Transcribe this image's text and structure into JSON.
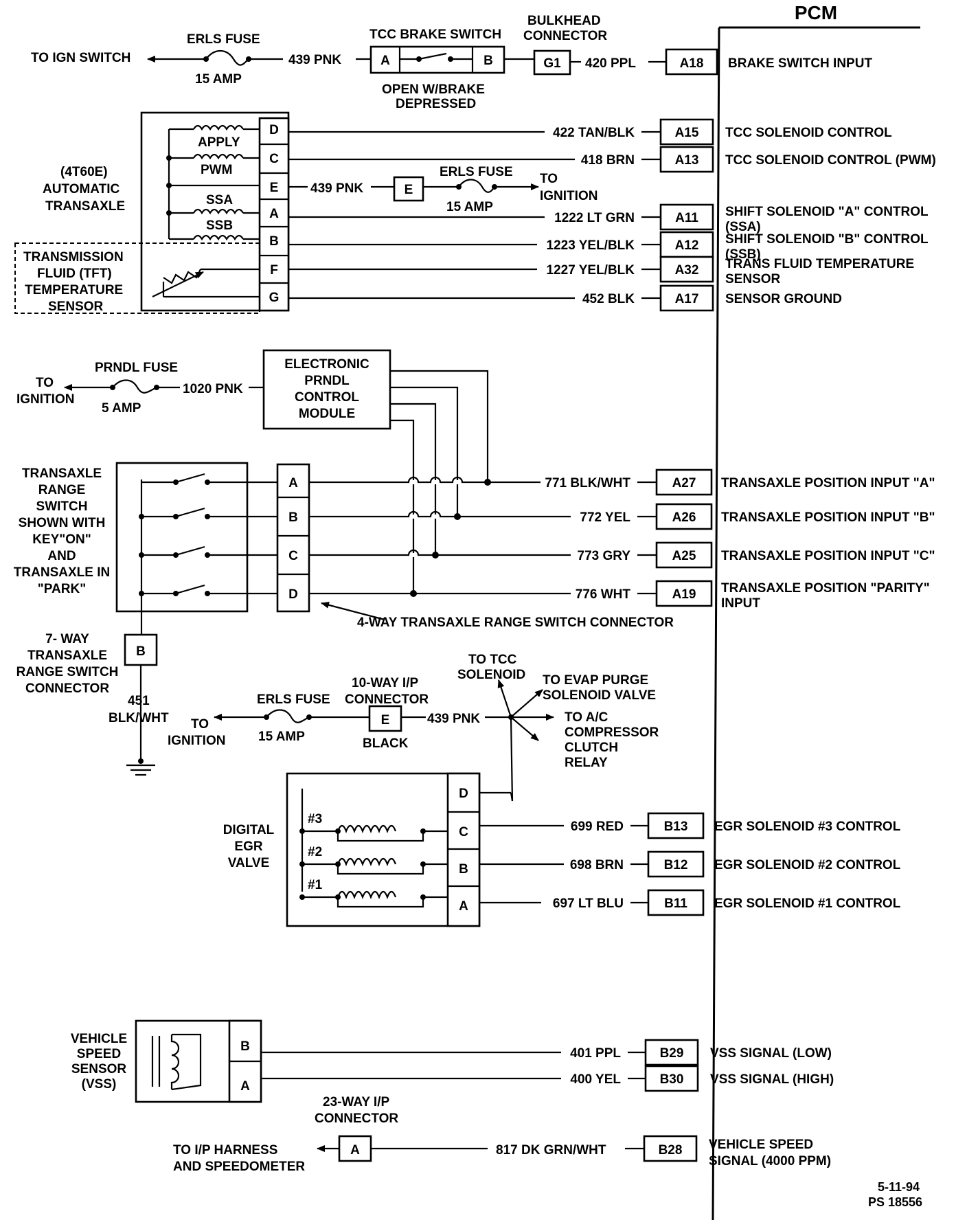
{
  "pcm": {
    "title": "PCM"
  },
  "top": {
    "to_ign_switch": "TO IGN SWITCH",
    "erls_fuse": "ERLS FUSE",
    "fuse_amp": "15 AMP",
    "wire_439": "439 PNK",
    "tcc_brake_switch": "TCC BRAKE SWITCH",
    "pin_a": "A",
    "pin_b": "B",
    "open_line1": "OPEN W/BRAKE",
    "open_line2": "DEPRESSED",
    "bulkhead_line1": "BULKHEAD",
    "bulkhead_line2": "CONNECTOR",
    "g1": "G1",
    "wire_420": "420 PPL",
    "pcm_pin": "A18",
    "function": "BRAKE SWITCH INPUT"
  },
  "transaxle": {
    "name_line1": "(4T60E)",
    "name_line2": "AUTOMATIC",
    "name_line3": "TRANSAXLE",
    "coil_apply": "APPLY",
    "coil_pwm": "PWM",
    "coil_ssa": "SSA",
    "coil_ssb": "SSB",
    "tft_line1": "TRANSMISSION",
    "tft_line2": "FLUID (TFT)",
    "tft_line3": "TEMPERATURE",
    "tft_line4": "SENSOR",
    "pins": [
      "D",
      "C",
      "E",
      "A",
      "B",
      "F",
      "G"
    ],
    "fuse_tap": {
      "wire": "439 PNK",
      "connector": "E",
      "fuse": "ERLS FUSE",
      "amp": "15 AMP",
      "to_line1": "TO",
      "to_line2": "IGNITION"
    },
    "circuits": [
      {
        "wire": "422 TAN/BLK",
        "pcm_pin": "A15",
        "fn1": "TCC SOLENOID CONTROL",
        "fn2": ""
      },
      {
        "wire": "418 BRN",
        "pcm_pin": "A13",
        "fn1": "TCC SOLENOID CONTROL (PWM)",
        "fn2": ""
      },
      {
        "wire": "1222 LT GRN",
        "pcm_pin": "A11",
        "fn1": "SHIFT SOLENOID \"A\" CONTROL",
        "fn2": "(SSA)"
      },
      {
        "wire": "1223 YEL/BLK",
        "pcm_pin": "A12",
        "fn1": "SHIFT SOLENOID \"B\" CONTROL",
        "fn2": "(SSB)"
      },
      {
        "wire": "1227 YEL/BLK",
        "pcm_pin": "A32",
        "fn1": "TRANS FLUID TEMPERATURE",
        "fn2": "SENSOR"
      },
      {
        "wire": "452 BLK",
        "pcm_pin": "A17",
        "fn1": "SENSOR GROUND",
        "fn2": ""
      }
    ]
  },
  "prndl": {
    "fuse": "PRNDL FUSE",
    "amp": "5 AMP",
    "to_line1": "TO",
    "to_line2": "IGNITION",
    "wire": "1020 PNK",
    "module_line1": "ELECTRONIC",
    "module_line2": "PRNDL",
    "module_line3": "CONTROL",
    "module_line4": "MODULE"
  },
  "range_switch": {
    "label_lines": [
      "TRANSAXLE",
      "RANGE",
      "SWITCH",
      "SHOWN WITH",
      "KEY\"ON\"",
      "AND",
      "TRANSAXLE IN",
      "\"PARK\""
    ],
    "pins": [
      "A",
      "B",
      "C",
      "D"
    ],
    "connector_note": "4-WAY TRANSAXLE RANGE SWITCH CONNECTOR",
    "circuits": [
      {
        "wire": "771 BLK/WHT",
        "pcm_pin": "A27",
        "fn1": "TRANSAXLE POSITION INPUT \"A\"",
        "fn2": ""
      },
      {
        "wire": "772 YEL",
        "pcm_pin": "A26",
        "fn1": "TRANSAXLE POSITION INPUT \"B\"",
        "fn2": ""
      },
      {
        "wire": "773 GRY",
        "pcm_pin": "A25",
        "fn1": "TRANSAXLE POSITION INPUT \"C\"",
        "fn2": ""
      },
      {
        "wire": "776 WHT",
        "pcm_pin": "A19",
        "fn1": "TRANSAXLE POSITION \"PARITY\"",
        "fn2": "INPUT"
      }
    ],
    "seven_way_lines": [
      "7- WAY",
      "TRANSAXLE",
      "RANGE SWITCH",
      "CONNECTOR"
    ],
    "seven_way_pin": "B",
    "ground_wire1": "451",
    "ground_wire2": "BLK/WHT"
  },
  "ip_feed": {
    "to_line1": "TO",
    "to_line2": "IGNITION",
    "fuse": "ERLS FUSE",
    "amp": "15 AMP",
    "conn_line1": "10-WAY I/P",
    "conn_line2": "CONNECTOR",
    "pin": "E",
    "color": "BLACK",
    "wire": "439 PNK",
    "dest_tcc1": "TO TCC",
    "dest_tcc2": "SOLENOID",
    "dest_evap1": "TO EVAP PURGE",
    "dest_evap2": "SOLENOID VALVE",
    "dest_ac1": "TO A/C",
    "dest_ac2": "COMPRESSOR",
    "dest_ac3": "CLUTCH",
    "dest_ac4": "RELAY"
  },
  "egr": {
    "label_lines": [
      "DIGITAL",
      "EGR",
      "VALVE"
    ],
    "sol_labels": [
      "#3",
      "#2",
      "#1"
    ],
    "pins": [
      "D",
      "C",
      "B",
      "A"
    ],
    "circuits": [
      {
        "wire": "699 RED",
        "pcm_pin": "B13",
        "fn": "EGR SOLENOID #3 CONTROL"
      },
      {
        "wire": "698 BRN",
        "pcm_pin": "B12",
        "fn": "EGR SOLENOID #2 CONTROL"
      },
      {
        "wire": "697 LT BLU",
        "pcm_pin": "B11",
        "fn": "EGR SOLENOID #1 CONTROL"
      }
    ]
  },
  "vss": {
    "label_lines": [
      "VEHICLE",
      "SPEED",
      "SENSOR",
      "(VSS)"
    ],
    "pins": [
      "B",
      "A"
    ],
    "circuits": [
      {
        "wire": "401 PPL",
        "pcm_pin": "B29",
        "fn": "VSS SIGNAL (LOW)"
      },
      {
        "wire": "400 YEL",
        "pcm_pin": "B30",
        "fn": "VSS SIGNAL (HIGH)"
      }
    ]
  },
  "speedo": {
    "conn_line1": "23-WAY I/P",
    "conn_line2": "CONNECTOR",
    "pin": "A",
    "to_line1": "TO I/P HARNESS",
    "to_line2": "AND SPEEDOMETER",
    "wire": "817 DK GRN/WHT",
    "pcm_pin": "B28",
    "fn1": "VEHICLE SPEED",
    "fn2": "SIGNAL (4000 PPM)"
  },
  "footer": {
    "date": "5-11-94",
    "ps": "PS 18556"
  }
}
